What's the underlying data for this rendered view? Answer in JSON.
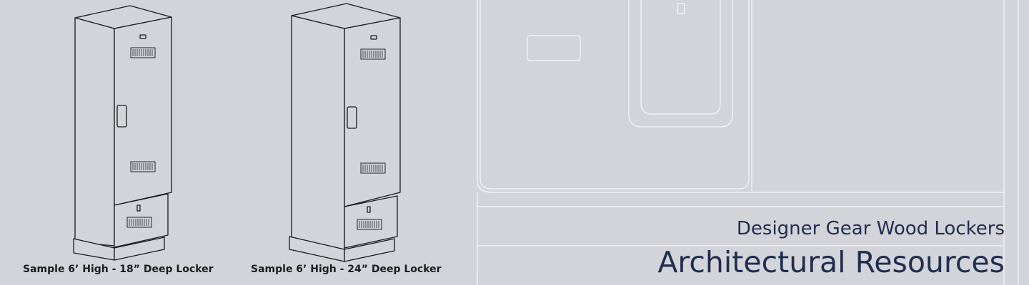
{
  "lockers": [
    {
      "caption": "Sample 6’ High - 18” Deep Locker"
    },
    {
      "caption": "Sample 6’ High - 24” Deep Locker"
    }
  ],
  "heading": {
    "subtitle": "Designer Gear Wood Lockers",
    "title": "Architectural Resources"
  },
  "colors": {
    "background": "#d3d4d9",
    "heading": "#1f2d4f",
    "line_art": "#ffffff"
  }
}
